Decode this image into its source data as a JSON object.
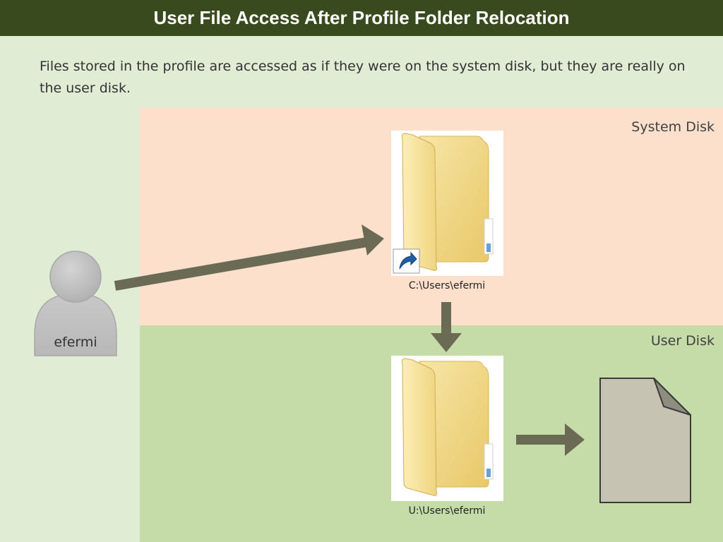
{
  "title": "User File Access After Profile Folder Relocation",
  "subtitle": "Files stored in the profile are accessed as if they were on the system disk, but they are really on the user disk.",
  "system_disk": {
    "label": "System Disk",
    "folder_path": "C:\\Users\\efermi",
    "folder_icon": "folder-shortcut-icon",
    "color": "#fce0cc"
  },
  "user_disk": {
    "label": "User Disk",
    "folder_path": "U:\\Users\\efermi",
    "folder_icon": "folder-icon",
    "color": "#c5dca8"
  },
  "user": {
    "name": "efermi",
    "icon": "person-icon"
  },
  "file": {
    "icon": "document-icon"
  },
  "colors": {
    "title_bar": "#3a4a1f",
    "background": "#e1ecd5",
    "arrow": "#6b6b55"
  }
}
